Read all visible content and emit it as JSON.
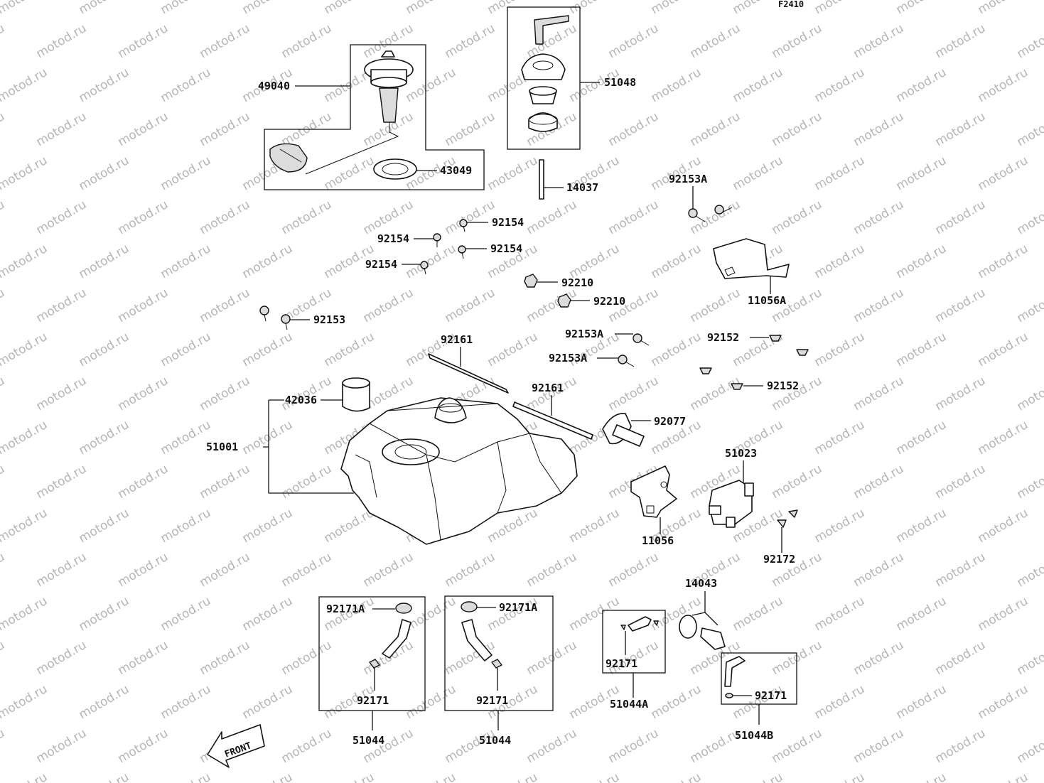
{
  "diagram_code": "F2410",
  "watermark_text": "motod.ru",
  "front_marker": "FRONT",
  "labels": {
    "p49040": "49040",
    "p43049": "43049",
    "p51048": "51048",
    "p14037": "14037",
    "p92153A_top": "92153A",
    "p92154_a": "92154",
    "p92154_b": "92154",
    "p92154_c": "92154",
    "p92154_d": "92154",
    "p92210_a": "92210",
    "p92210_b": "92210",
    "p11056A": "11056A",
    "p92153": "92153",
    "p92161_a": "92161",
    "p92161_b": "92161",
    "p92153A_a": "92153A",
    "p92153A_b": "92153A",
    "p92152_a": "92152",
    "p92152_b": "92152",
    "p42036": "42036",
    "p51001": "51001",
    "p92077": "92077",
    "p51023": "51023",
    "p11056": "11056",
    "p92172": "92172",
    "p14043": "14043",
    "p92171A_a": "92171A",
    "p92171A_b": "92171A",
    "p92171_a": "92171",
    "p92171_b": "92171",
    "p92171_c": "92171",
    "p92171_d": "92171",
    "p51044_a": "51044",
    "p51044_b": "51044",
    "p51044A": "51044A",
    "p51044B": "51044B"
  }
}
